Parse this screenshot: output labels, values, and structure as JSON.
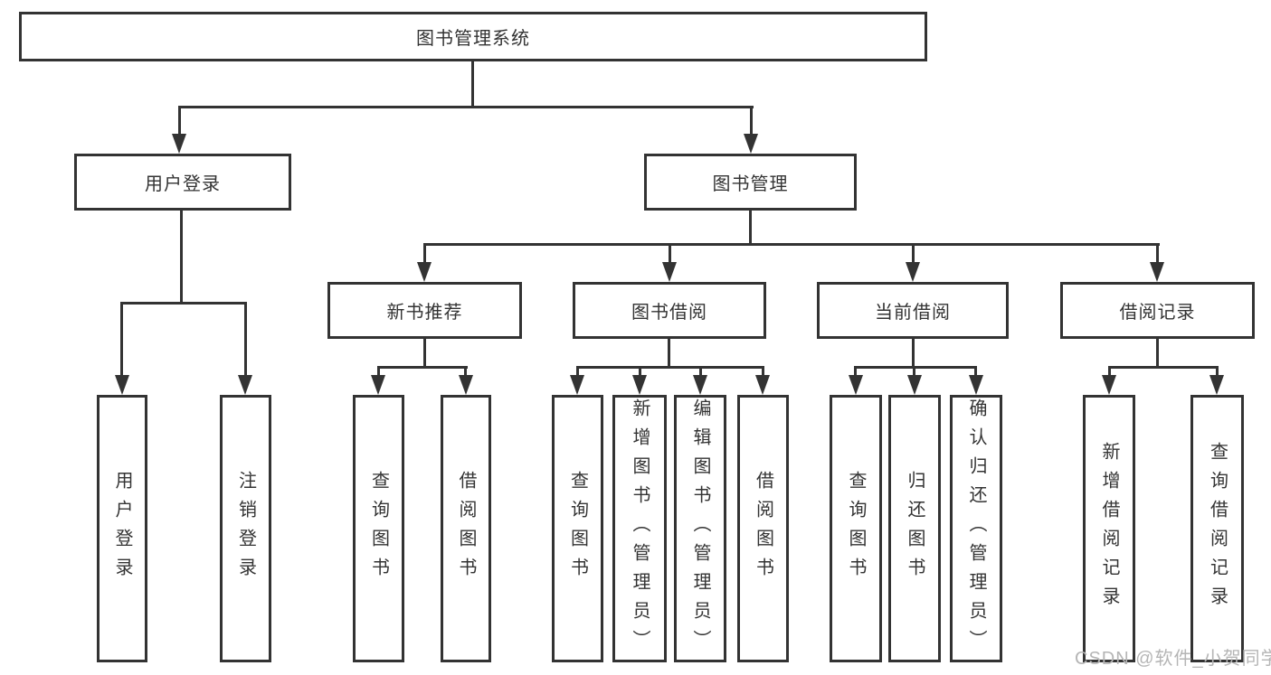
{
  "watermark": {
    "text": "CSDN @软件_小贺同学",
    "color": "#b5b5b5"
  },
  "colors": {
    "line": "#333333",
    "text": "#333333",
    "background": "#ffffff"
  },
  "tree": {
    "root": {
      "label": "图书管理系统",
      "children": [
        {
          "label": "用户登录",
          "children": [
            {
              "label": "用户登录"
            },
            {
              "label": "注销登录"
            }
          ]
        },
        {
          "label": "图书管理",
          "children": [
            {
              "label": "新书推荐",
              "children": [
                {
                  "label": "查询图书"
                },
                {
                  "label": "借阅图书"
                }
              ]
            },
            {
              "label": "图书借阅",
              "children": [
                {
                  "label": "查询图书"
                },
                {
                  "label": "新增图书（管理员）"
                },
                {
                  "label": "编辑图书（管理员）"
                },
                {
                  "label": "借阅图书"
                }
              ]
            },
            {
              "label": "当前借阅",
              "children": [
                {
                  "label": "查询图书"
                },
                {
                  "label": "归还图书"
                },
                {
                  "label": "确认归还（管理员）"
                }
              ]
            },
            {
              "label": "借阅记录",
              "children": [
                {
                  "label": "新增借阅记录"
                },
                {
                  "label": "查询借阅记录"
                }
              ]
            }
          ]
        }
      ]
    }
  }
}
